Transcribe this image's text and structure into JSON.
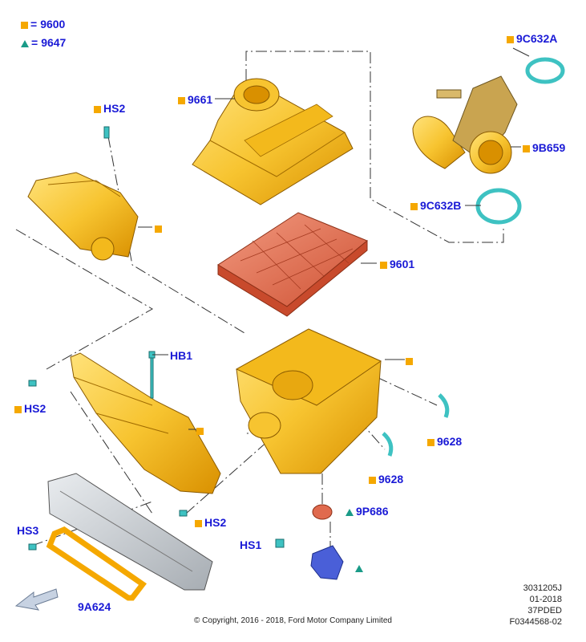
{
  "legend": [
    {
      "symbol": "square",
      "text": "9600"
    },
    {
      "symbol": "triangle",
      "text": "9647"
    }
  ],
  "labels": {
    "top_clamp": "9C632A",
    "lid": "9661",
    "bolt_top": "HS2",
    "outlet_tube": "9B659",
    "bottom_clamp": "9C632B",
    "filter": "9601",
    "bolt_hb1": "HB1",
    "bolt_left": "HS2",
    "grommet_right": "9628",
    "grommet_lower": "9628",
    "bolt_duct": "HS2",
    "mount": "9P686",
    "bolt_hs3": "HS3",
    "bolt_hs1": "HS1",
    "bracket": "9A624"
  },
  "meta": {
    "line1": "3031205J",
    "line2": "01-2018",
    "line3": "37PDED",
    "line4": "F0344568-02"
  },
  "copyright": "© Copyright, 2016 - 2018, Ford Motor Company Limited",
  "colors": {
    "label_blue": "#1a1ad6",
    "part_orange": "#f5a800",
    "part_yellow": "#f7c430",
    "filter_red": "#e06a4e",
    "clamp_teal": "#3ec2c2",
    "marker_teal": "#1a9b88",
    "mount_blue": "#4a5fd8",
    "bracket_gray": "#c9cdd2"
  },
  "icons": [
    "square-marker-icon",
    "triangle-marker-icon",
    "direction-arrow-icon"
  ]
}
